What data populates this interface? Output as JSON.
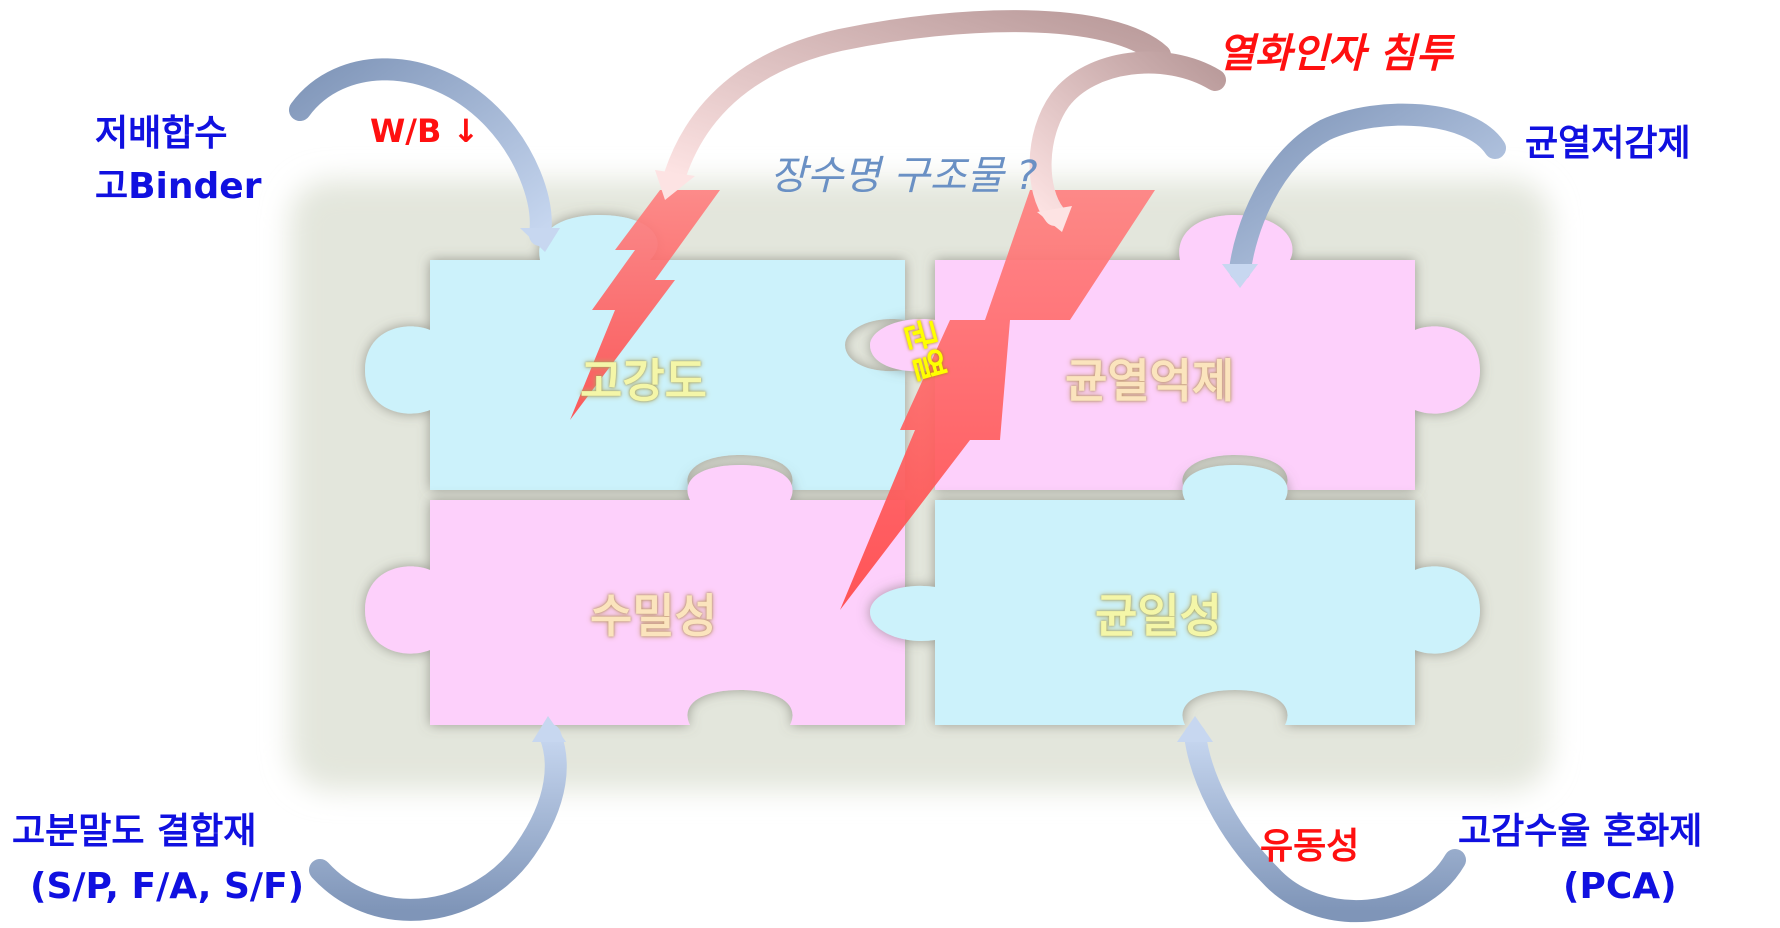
{
  "title": "장수명 구조물 ?",
  "pieces": {
    "top_left": "고강도",
    "top_right": "균열억제",
    "bottom_left": "수밀성",
    "bottom_right": "균일성"
  },
  "labels": {
    "low_wb_line1": "저배합수",
    "low_wb_line2": "고Binder",
    "wb_arrow": "W/B ↓",
    "deterioration": "열화인자 침투",
    "crack_reducer": "균열저감제",
    "powder_binder_line1": "고분말도 결합재",
    "powder_binder_line2": "(S/P, F/A, S/F)",
    "fluidity": "유동성",
    "pca_line1": "고감수율 혼화제",
    "pca_line2": "(PCA)",
    "crack_text": "균열"
  },
  "colors": {
    "blue_piece": "#ccf2fb",
    "pink_piece": "#fdd0fb",
    "board": "#e6e8e0",
    "bolt": "#ff5a5a",
    "label_blue": "#1010e0",
    "label_red": "#ff1010"
  }
}
